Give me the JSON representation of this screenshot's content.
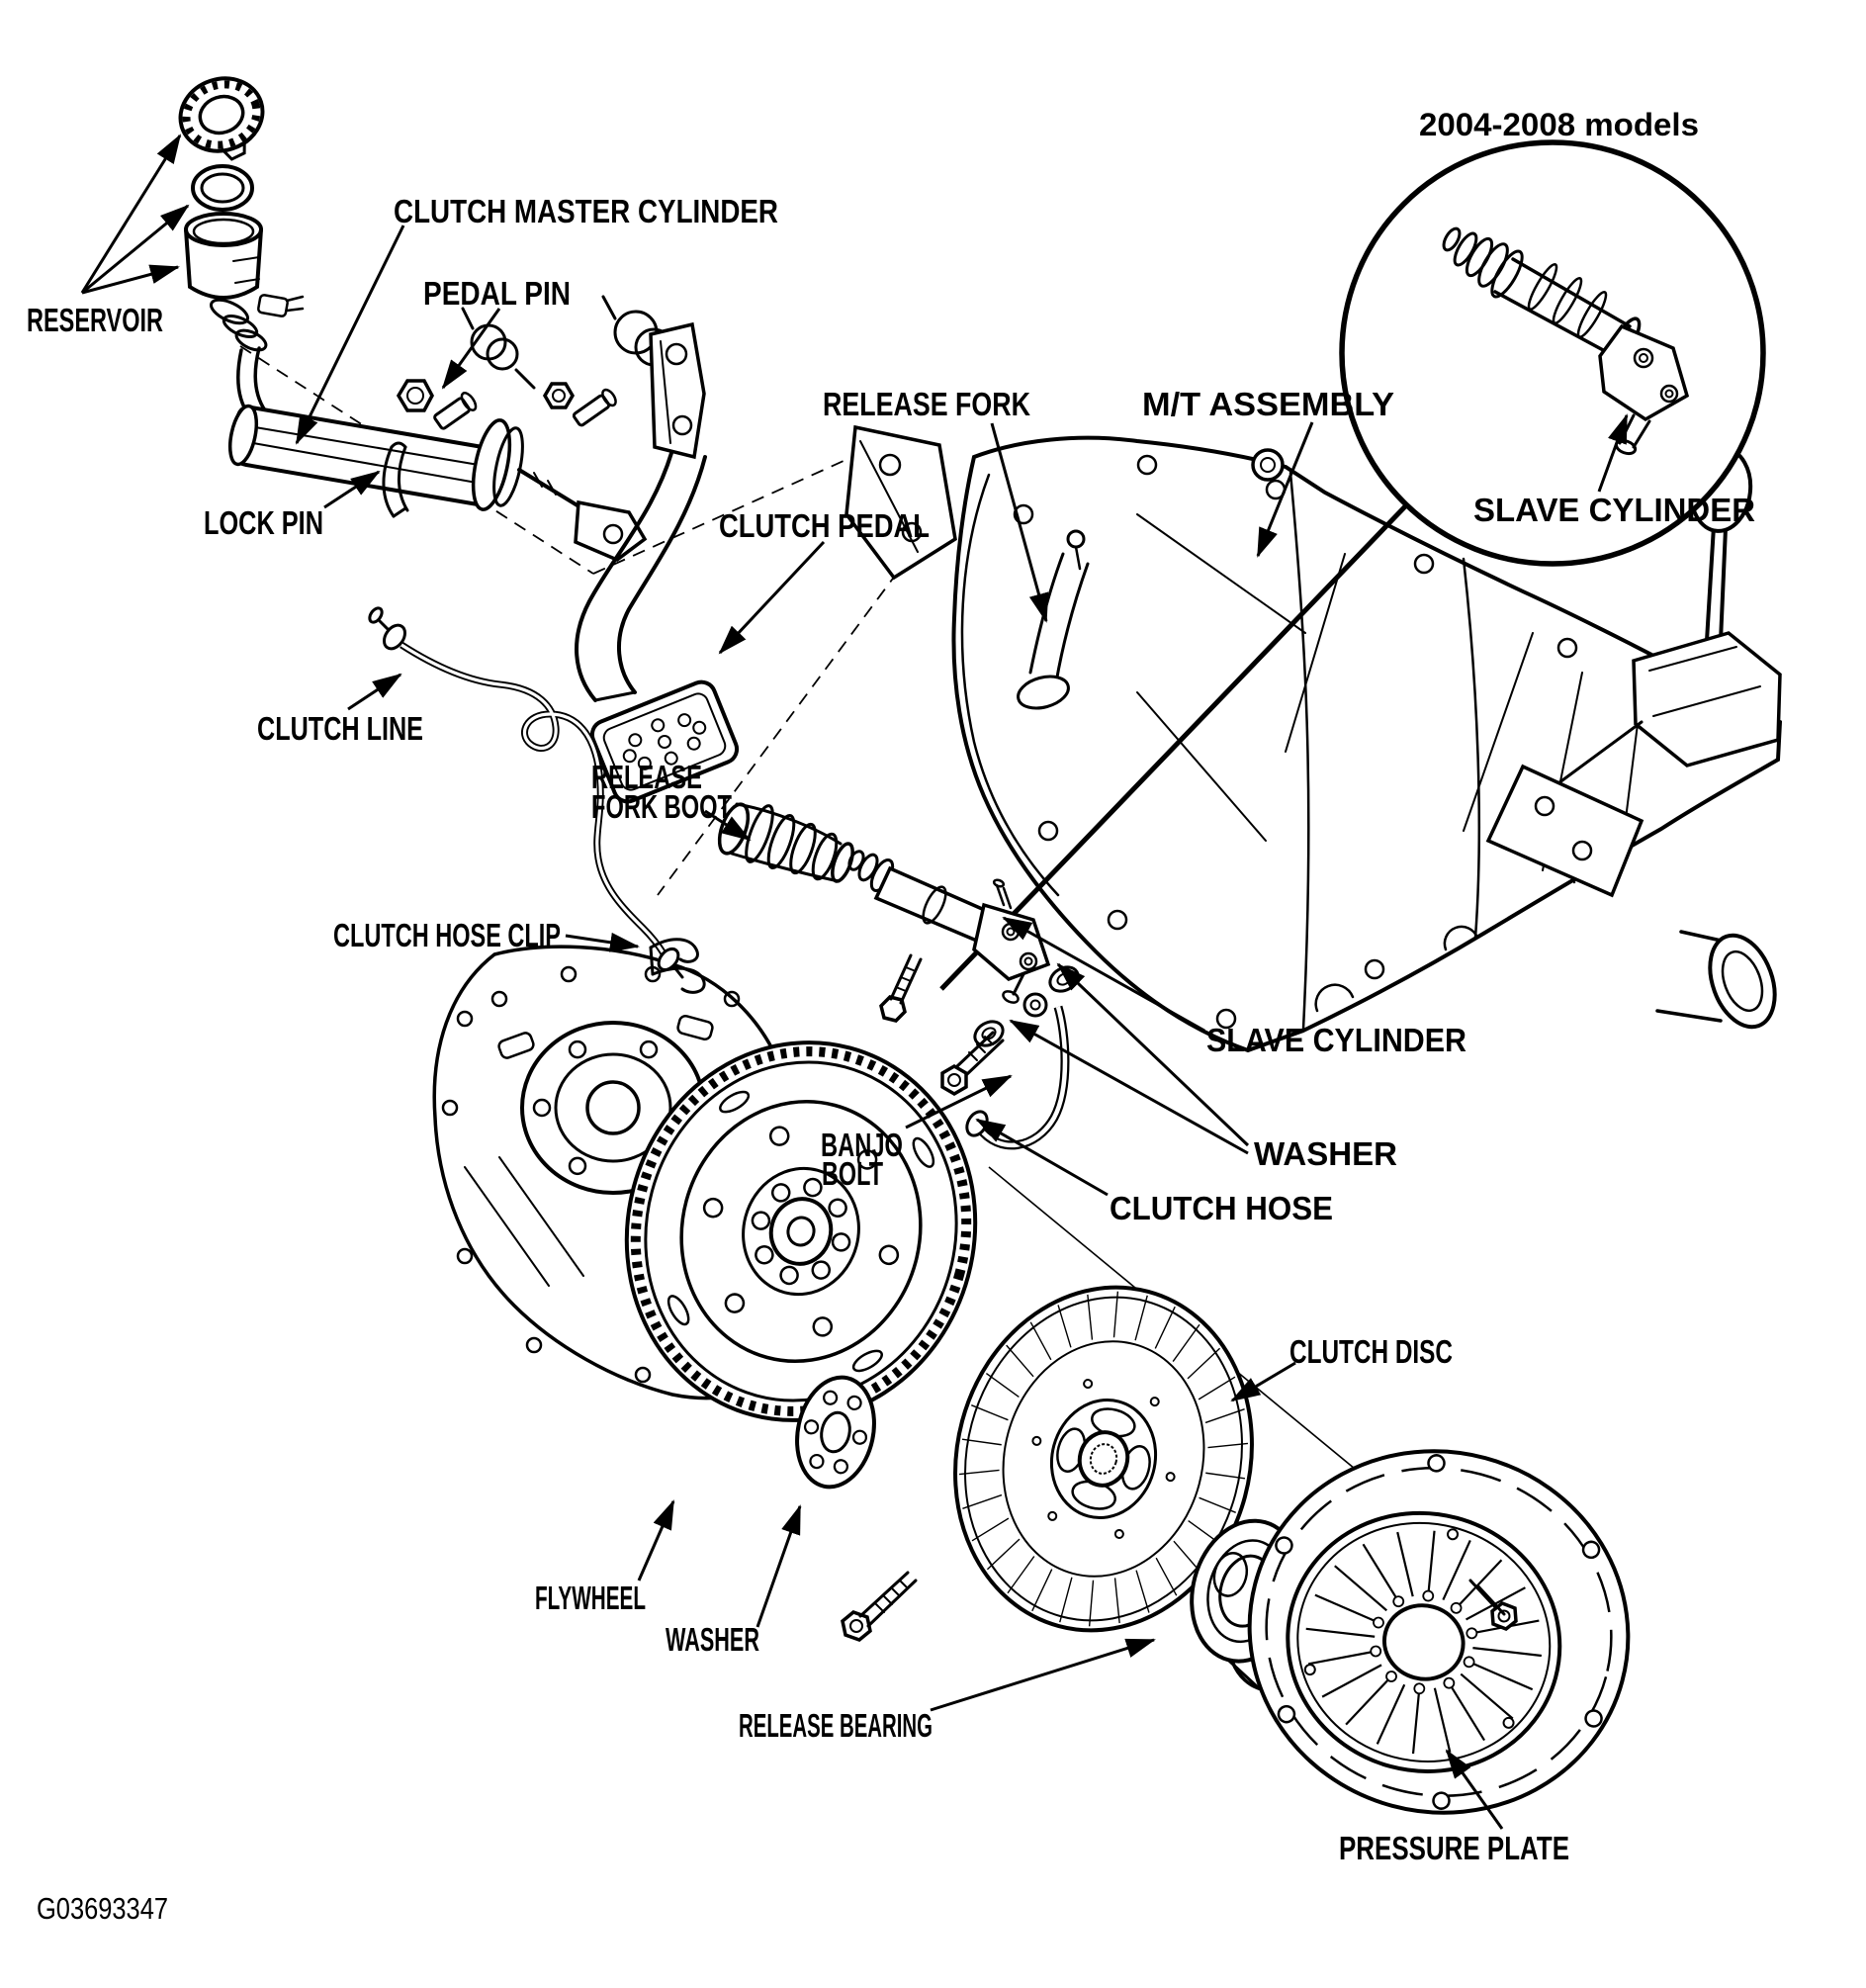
{
  "note_2004_2008": "2004-2008 models",
  "figure_id": "G03693347",
  "labels": {
    "reservoir": "RESERVOIR",
    "clutch_master_cylinder": "CLUTCH MASTER CYLINDER",
    "pedal_pin": "PEDAL PIN",
    "lock_pin": "LOCK PIN",
    "clutch_pedal": "CLUTCH PEDAL",
    "clutch_line": "CLUTCH LINE",
    "release_fork": "RELEASE FORK",
    "mt_assembly": "M/T ASSEMBLY",
    "slave_cylinder_inset": "SLAVE CYLINDER",
    "release_fork_boot_line1": "RELEASE",
    "release_fork_boot_line2": "FORK BOOT",
    "clutch_hose_clip": "CLUTCH HOSE CLIP",
    "slave_cylinder": "SLAVE CYLINDER",
    "washer_upper": "WASHER",
    "banjo_bolt_line1": "BANJO",
    "banjo_bolt_line2": "BOLT",
    "clutch_hose": "CLUTCH HOSE",
    "clutch_disc": "CLUTCH DISC",
    "flywheel": "FLYWHEEL",
    "washer_lower": "WASHER",
    "release_bearing": "RELEASE BEARING",
    "pressure_plate": "PRESSURE PLATE"
  }
}
